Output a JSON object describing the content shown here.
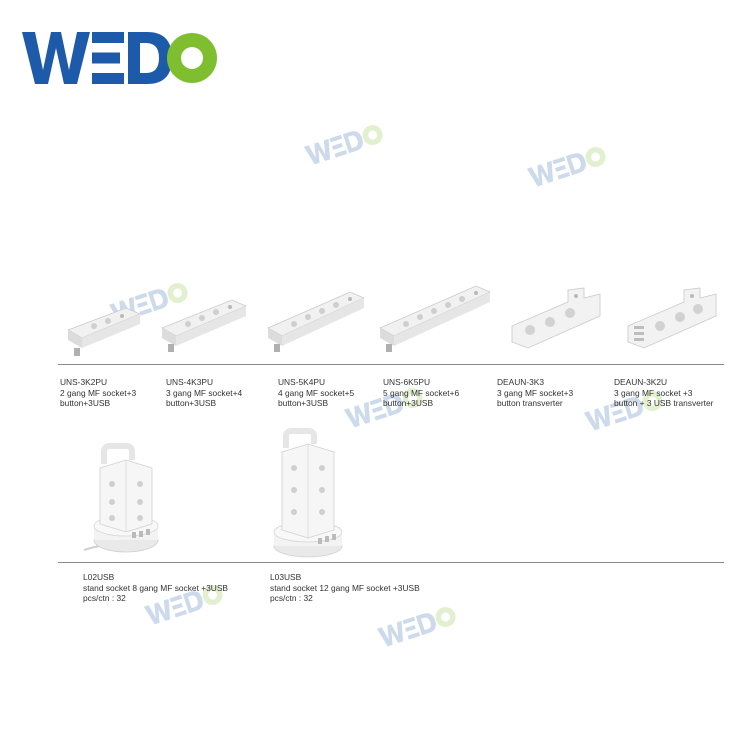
{
  "brand": {
    "name": "WEDO",
    "colors": {
      "blue": "#1d5aa9",
      "green": "#7fbf2f"
    }
  },
  "row1": [
    {
      "model": "UNS-3K2PU",
      "line1": "2 gang MF socket+3",
      "line2": "button+3USB"
    },
    {
      "model": "UNS-4K3PU",
      "line1": "3 gang MF socket+4",
      "line2": "button+3USB"
    },
    {
      "model": "UNS-5K4PU",
      "line1": "4 gang MF socket+5",
      "line2": "button+3USB"
    },
    {
      "model": "UNS-6K5PU",
      "line1": "5 gang MF socket+6",
      "line2": "button+3USB"
    },
    {
      "model": "DEAUN-3K3",
      "line1": "3 gang MF socket+3",
      "line2": "button transverter"
    },
    {
      "model": "DEAUN-3K2U",
      "line1": "3 gang MF socket +3",
      "line2": "button + 3 USB transverter"
    }
  ],
  "row2": [
    {
      "model": "L02USB",
      "line1": "stand socket 8 gang MF socket +3USB",
      "line2": "pcs/ctn : 32"
    },
    {
      "model": "L03USB",
      "line1": "stand socket 12 gang MF socket +3USB",
      "line2": "pcs/ctn : 32"
    }
  ]
}
